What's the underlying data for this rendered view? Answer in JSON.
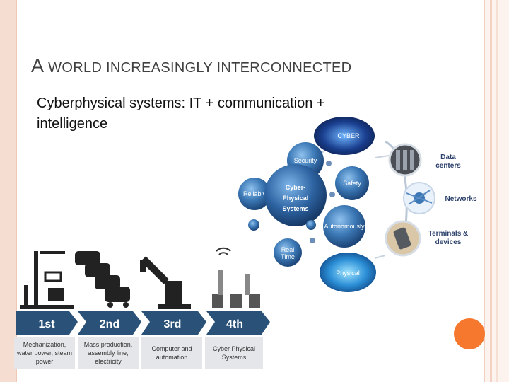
{
  "slide": {
    "title_first_letter": "A",
    "title_rest": " WORLD INCREASINGLY INTERCONNECTED",
    "bullet_line1": "Cyberphysical systems: IT + communication +",
    "bullet_line2": "intelligence"
  },
  "diagram": {
    "cyber": "CYBER",
    "center_line1": "Cyber-",
    "center_line2": "Physical",
    "center_line3": "Systems",
    "security": "Security",
    "safety": "Safety",
    "reliably": "Reliably",
    "autonomously": "Autonomously",
    "real": "Real",
    "time": "Time",
    "physical": "Physical",
    "data1": "Data",
    "data2": "centers",
    "networks": "Networks",
    "terminals1": "Terminals &",
    "terminals2": "devices"
  },
  "industry": {
    "stages": [
      "1st",
      "2nd",
      "3rd",
      "4th"
    ],
    "captions": [
      [
        "Mechanization,",
        "water power, steam",
        "power"
      ],
      [
        "Mass production,",
        "assembly line,",
        "electricity"
      ],
      [
        "Computer and",
        "automation"
      ],
      [
        "Cyber Physical",
        "Systems"
      ]
    ]
  },
  "colors": {
    "accent_orange": "#f5782e",
    "stage_blue": "#2a5178",
    "bubble_blue": "#3b78b5"
  }
}
